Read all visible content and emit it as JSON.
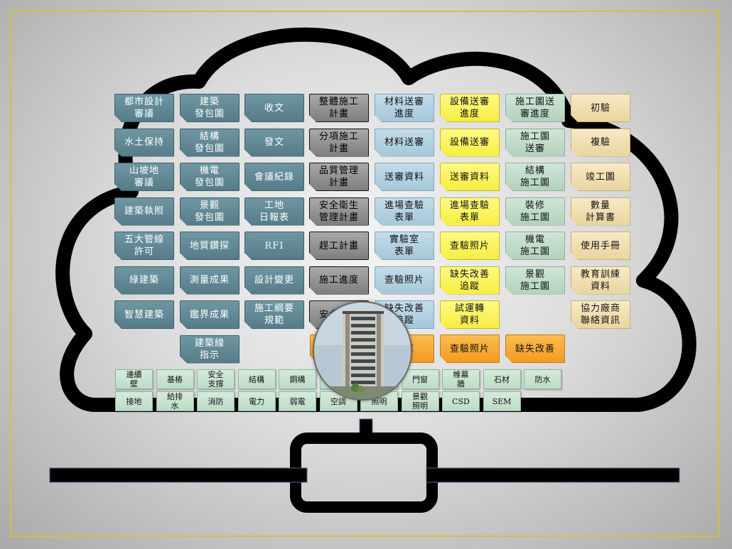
{
  "columns": [
    {
      "style": "c-teal",
      "items": [
        {
          "label": "都市設計\n審議"
        },
        {
          "label": "水土保持"
        },
        {
          "label": "山坡地\n審議"
        },
        {
          "label": "建築執照"
        },
        {
          "label": "五大管線\n許可"
        },
        {
          "label": "綠建築"
        },
        {
          "label": "智慧建築"
        }
      ]
    },
    {
      "style": "c-teal",
      "items": [
        {
          "label": "建築\n發包圖"
        },
        {
          "label": "結構\n發包圖"
        },
        {
          "label": "機電\n發包圖"
        },
        {
          "label": "景觀\n發包圖"
        },
        {
          "label": "地質鑽探"
        },
        {
          "label": "測量成果"
        },
        {
          "label": "鑑界成果"
        },
        {
          "label": "建築線\n指示"
        }
      ]
    },
    {
      "style": "c-teal",
      "items": [
        {
          "label": "收文"
        },
        {
          "label": "發文"
        },
        {
          "label": "會議紀錄"
        },
        {
          "label": "工地\n日報表"
        },
        {
          "label": "RFI"
        },
        {
          "label": "設計變更"
        },
        {
          "label": "施工綱要\n規範"
        }
      ]
    },
    {
      "style": "c-gray",
      "items": [
        {
          "label": "整體施工\n計畫"
        },
        {
          "label": "分項施工\n計畫"
        },
        {
          "label": "品質管理\n計畫"
        },
        {
          "label": "安全衛生\n管理計畫"
        },
        {
          "label": "趕工計畫"
        },
        {
          "label": "施工進度"
        },
        {
          "label": "安全衛生"
        }
      ]
    },
    {
      "style": "c-blue",
      "items": [
        {
          "label": "材料送審\n進度"
        },
        {
          "label": "材料送審"
        },
        {
          "label": "送審資料"
        },
        {
          "label": "進場查驗\n表單"
        },
        {
          "label": "實驗室\n表單"
        },
        {
          "label": "查驗照片"
        },
        {
          "label": "缺失改善\n追蹤"
        }
      ]
    },
    {
      "style": "c-yellow",
      "items": [
        {
          "label": "設備送審\n進度"
        },
        {
          "label": "設備送審"
        },
        {
          "label": "送審資料"
        },
        {
          "label": "進場查驗\n表單"
        },
        {
          "label": "查驗照片"
        },
        {
          "label": "缺失改善\n追蹤"
        },
        {
          "label": "試運轉\n資料"
        }
      ]
    },
    {
      "style": "c-green",
      "items": [
        {
          "label": "施工圖送\n審進度"
        },
        {
          "label": "施工圖\n送審"
        },
        {
          "label": "結構\n施工圖"
        },
        {
          "label": "裝修\n施工圖"
        },
        {
          "label": "機電\n施工圖"
        },
        {
          "label": "景觀\n施工圖"
        }
      ]
    },
    {
      "style": "c-tan",
      "items": [
        {
          "label": "初驗"
        },
        {
          "label": "複驗"
        },
        {
          "label": "竣工圖"
        },
        {
          "label": "數量\n計算書"
        },
        {
          "label": "使用手冊"
        },
        {
          "label": "教育訓練\n資料"
        },
        {
          "label": "協力廠商\n聯絡資訊"
        }
      ]
    }
  ],
  "orange_row": [
    {
      "label": "表單"
    },
    {
      "label": "查驗照片"
    },
    {
      "label": "缺失改善"
    }
  ],
  "small_rows": [
    [
      {
        "label": "連續\n壁"
      },
      {
        "label": "基樁"
      },
      {
        "label": "安全\n支撐"
      },
      {
        "label": "結構"
      },
      {
        "label": "鋼構"
      },
      {
        "label": ""
      },
      {
        "label": ""
      },
      {
        "label": "門窗"
      },
      {
        "label": "帷幕\n牆"
      },
      {
        "label": "石材"
      },
      {
        "label": "防水"
      }
    ],
    [
      {
        "label": "接地"
      },
      {
        "label": "給排\n水"
      },
      {
        "label": "消防"
      },
      {
        "label": "電力"
      },
      {
        "label": "弱電"
      },
      {
        "label": "空調"
      },
      {
        "label": "照明"
      },
      {
        "label": "景觀\n照明"
      },
      {
        "label": "CSD"
      },
      {
        "label": "SEM"
      }
    ]
  ]
}
